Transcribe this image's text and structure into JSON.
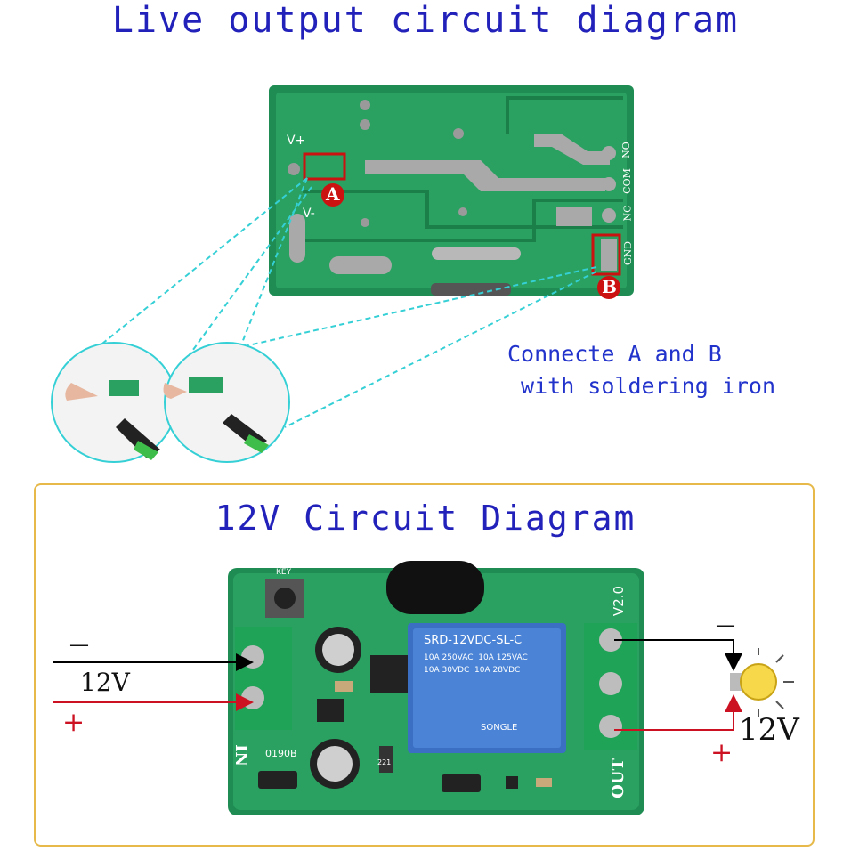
{
  "top_section": {
    "title": "Live output circuit diagram",
    "pad_labels": {
      "v_plus": "V+",
      "v_minus": "V-",
      "no": "NO",
      "com": "COM",
      "nc": "NC",
      "gnd": "GND"
    },
    "marker_a": "A",
    "marker_b": "B",
    "note_line1": "Connecte A and B",
    "note_line2": " with soldering iron"
  },
  "bottom_section": {
    "title": "12V Circuit Diagram",
    "input": {
      "minus": "—",
      "voltage": "12V",
      "plus": "+"
    },
    "output": {
      "minus": "—",
      "voltage": "12V",
      "plus": "+"
    },
    "board_labels": {
      "version": "V2.0",
      "in_label": "IN",
      "out_label": "OUT",
      "key": "KEY",
      "relay_model": "SRD-12VDC-SL-C",
      "relay_rating1": "10A 250VAC  10A 125VAC",
      "relay_rating2": "10A 30VDC  10A 28VDC",
      "relay_brand": "SONGLE",
      "cap_code": "0190B",
      "resistor_code": "221"
    }
  },
  "colors": {
    "title": "#2222bb",
    "pcb_green": "#1f8c54",
    "marker_red": "#cc1111",
    "wire_black": "#000000",
    "wire_red": "#cc1122",
    "frame": "#e6b94a",
    "cyan_line": "#35d0d6",
    "relay_blue": "#3a6fc4"
  }
}
